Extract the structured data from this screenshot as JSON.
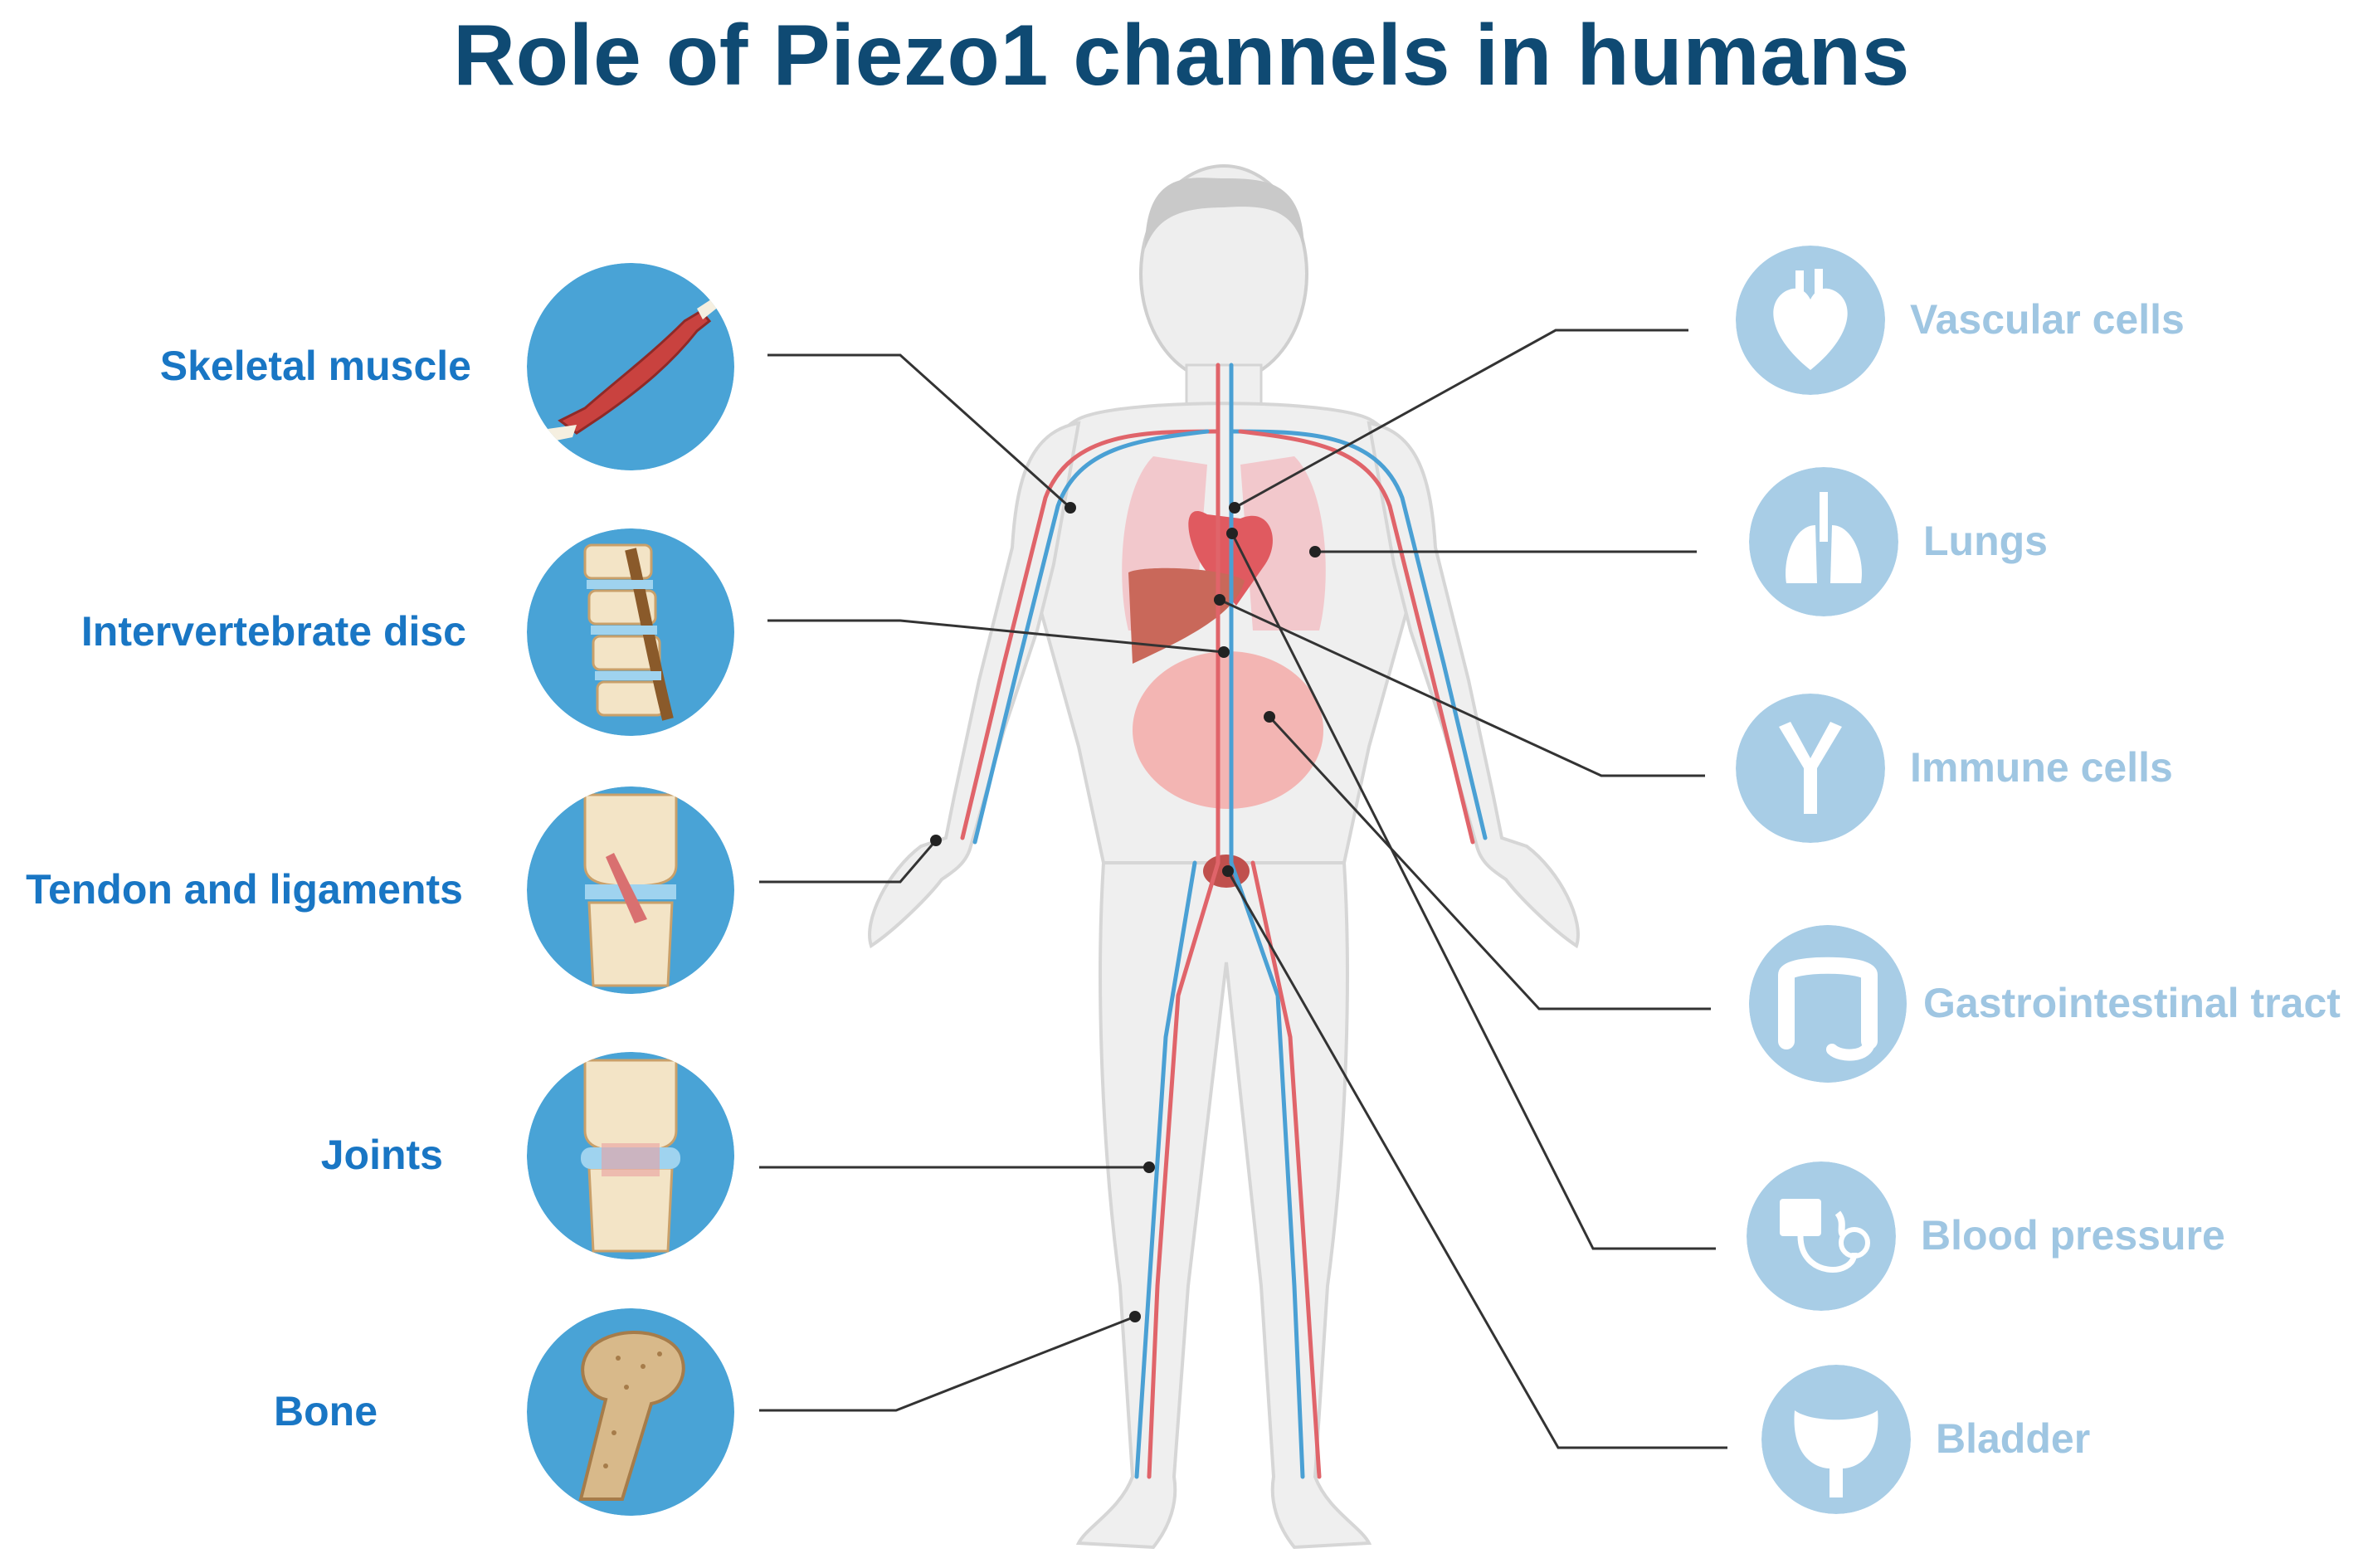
{
  "title": "Role of Piezo1 channels in humans",
  "colors": {
    "title": "#0f4a73",
    "left_label": "#1976c4",
    "right_label": "#9fc6e2",
    "left_circle": "#49a3d6",
    "right_circle": "#a8cde6",
    "leader_line": "#333333",
    "artery": "#e0646a",
    "vein": "#4aa0d4"
  },
  "left_items": [
    {
      "label": "Skeletal muscle",
      "icon": "muscle-icon"
    },
    {
      "label": "Intervertebrate disc",
      "icon": "spine-disc-icon"
    },
    {
      "label": "Tendon and ligaments",
      "icon": "knee-ligament-icon"
    },
    {
      "label": "Joints",
      "icon": "knee-joint-icon"
    },
    {
      "label": "Bone",
      "icon": "femur-bone-icon"
    }
  ],
  "right_items": [
    {
      "label": "Vascular cells",
      "icon": "heart-icon"
    },
    {
      "label": "Lungs",
      "icon": "lungs-icon"
    },
    {
      "label": "Immune cells",
      "icon": "antibody-icon"
    },
    {
      "label": "Gastrointestinal tract",
      "icon": "intestine-icon"
    },
    {
      "label": "Blood pressure",
      "icon": "blood-pressure-monitor-icon"
    },
    {
      "label": "Bladder",
      "icon": "bladder-icon"
    }
  ]
}
